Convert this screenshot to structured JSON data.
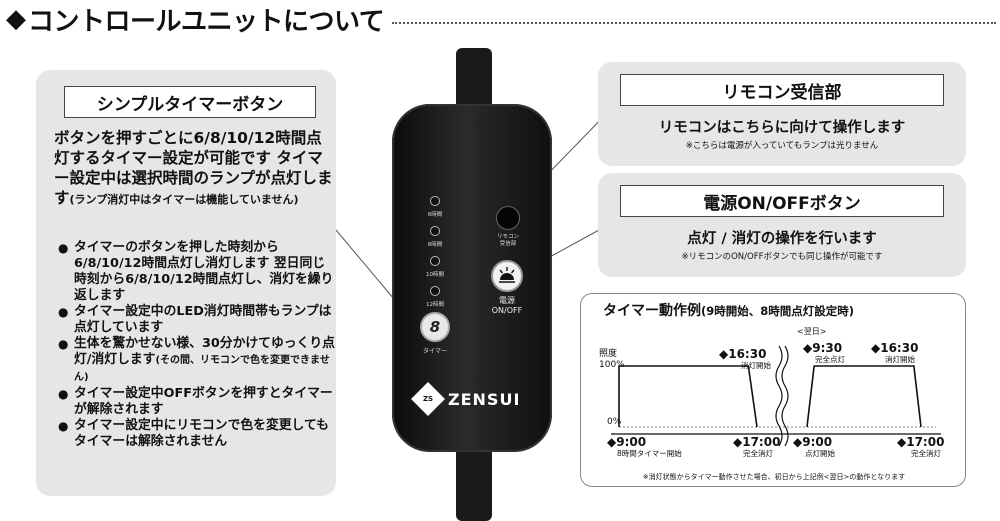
{
  "header": {
    "title": "コントロールユニットについて"
  },
  "left_panel": {
    "title": "シンプルタイマーボタン",
    "lead_main": "ボタンを押すごとに6/8/10/12時間点灯するタイマー設定が可能です タイマー設定中は選択時間のランプが点灯します",
    "lead_small": "(ランプ消灯中はタイマーは機能していません)",
    "bullets": [
      {
        "text": "タイマーのボタンを押した時刻から6/8/10/12時間点灯し消灯します 翌日同じ時刻から6/8/10/12時間点灯し、消灯を繰り返します",
        "small": ""
      },
      {
        "text": "タイマー設定中のLED消灯時間帯もランプは点灯しています",
        "small": ""
      },
      {
        "text": "生体を驚かせない様、30分かけてゆっくり点灯/消灯します",
        "small": "(その間、リモコンで色を変更できません)"
      },
      {
        "text": "タイマー設定中OFFボタンを押すとタイマーが解除されます",
        "small": ""
      },
      {
        "text": "タイマー設定中にリモコンで色を変更してもタイマーは解除されません",
        "small": ""
      }
    ]
  },
  "device": {
    "led_labels": [
      "6時間",
      "8時間",
      "10時間",
      "12時間"
    ],
    "remote_sensor_label_1": "リモコン",
    "remote_sensor_label_2": "受信部",
    "power_label_1": "電源",
    "power_label_2": "ON/OFF",
    "timer_label": "タイマー",
    "timer_glyph": "8",
    "brand_mark": "ZS",
    "brand_name": "ZENSUI"
  },
  "remote_panel": {
    "title": "リモコン受信部",
    "desc": "リモコンはこちらに向けて操作します",
    "note": "※こちらは電源が入っていてもランプは光りません"
  },
  "power_panel": {
    "title": "電源ON/OFFボタン",
    "desc": "点灯 / 消灯の操作を行います",
    "note": "※リモコンのON/OFFボタンでも同じ操作が可能です"
  },
  "chart_panel": {
    "title": "タイマー動作例",
    "subtitle": "(9時開始、8時間点灯設定時)",
    "note": "※消灯状態からタイマー動作させた場合、初日から上記例<翌日>の動作となります"
  },
  "chart_data": {
    "type": "line",
    "ylabel": "照度",
    "y_ticks": [
      "100%",
      "0%"
    ],
    "ylim": [
      0,
      100
    ],
    "separator_label": "<翌日>",
    "series": [
      {
        "name": "",
        "x": [
          "9:00",
          "16:30",
          "17:00"
        ],
        "values": [
          100,
          100,
          0
        ]
      },
      {
        "name": "",
        "x": [
          "9:00",
          "9:30",
          "16:30",
          "17:00"
        ],
        "values": [
          0,
          100,
          100,
          0
        ]
      }
    ],
    "annotations": [
      {
        "time": "◆9:00",
        "label": "8時間タイマー開始"
      },
      {
        "time": "◆16:30",
        "label": "消灯開始"
      },
      {
        "time": "◆17:00",
        "label": "完全消灯"
      },
      {
        "time": "◆9:00",
        "label": "点灯開始"
      },
      {
        "time": "◆9:30",
        "label": "完全点灯"
      },
      {
        "time": "◆16:30",
        "label": "消灯開始"
      },
      {
        "time": "◆17:00",
        "label": "完全消灯"
      }
    ]
  }
}
